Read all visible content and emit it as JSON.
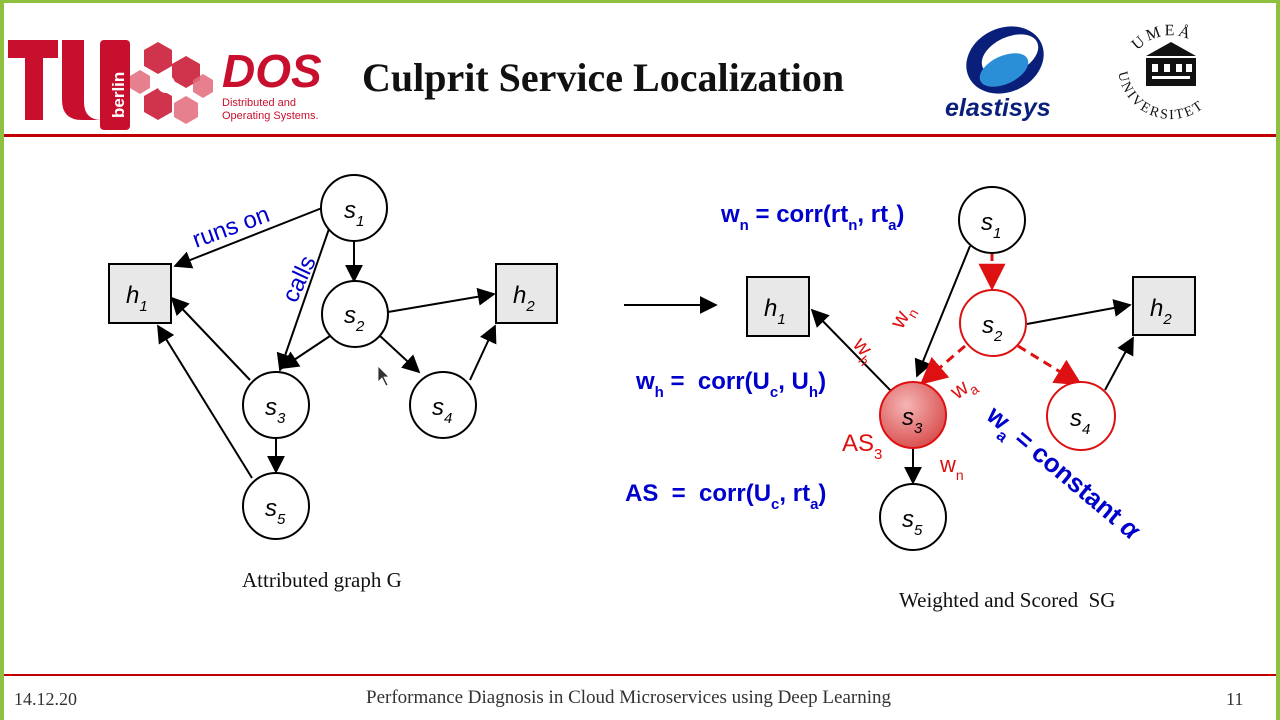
{
  "header": {
    "title": "Culprit Service Localization",
    "logos": {
      "tu_berlin": "berlin",
      "dos_title": "DOS",
      "dos_line1": "Distributed and",
      "dos_line2": "Operating Systems.",
      "elastisys": "elastisys",
      "umea_top": "UMEÅ",
      "umea_side": "UNIVERSITET"
    }
  },
  "colors": {
    "accent": "#c00000",
    "frame": "#8fbf3f",
    "formula_blue": "#0000cc",
    "weight_red": "#dd1111",
    "culprit_fill": "#e06b6b"
  },
  "left_graph": {
    "caption": "Attributed graph G",
    "edge_labels": {
      "runs_on": "runs on",
      "calls": "calls"
    },
    "nodes": {
      "s1": {
        "main": "s",
        "sub": "1"
      },
      "s2": {
        "main": "s",
        "sub": "2"
      },
      "s3": {
        "main": "s",
        "sub": "3"
      },
      "s4": {
        "main": "s",
        "sub": "4"
      },
      "s5": {
        "main": "s",
        "sub": "5"
      },
      "h1": {
        "main": "h",
        "sub": "1"
      },
      "h2": {
        "main": "h",
        "sub": "2"
      }
    }
  },
  "right_graph": {
    "caption": "Weighted and Scored  SG",
    "nodes": {
      "s1": {
        "main": "s",
        "sub": "1"
      },
      "s2": {
        "main": "s",
        "sub": "2"
      },
      "s3": {
        "main": "s",
        "sub": "3"
      },
      "s4": {
        "main": "s",
        "sub": "4"
      },
      "s5": {
        "main": "s",
        "sub": "5"
      },
      "h1": {
        "main": "h",
        "sub": "1"
      },
      "h2": {
        "main": "h",
        "sub": "2"
      }
    },
    "weight_labels": {
      "w": "w",
      "n": "n",
      "h": "h",
      "a": "a"
    },
    "score_label": {
      "main": "AS",
      "sub": "3"
    },
    "formulas": {
      "wn": {
        "lhs": "w",
        "lhs_sub": "n",
        "eq": " = corr(rt",
        "s1": "n",
        "mid": ", rt",
        "s2": "a",
        "end": ")"
      },
      "wh": {
        "lhs": "w",
        "lhs_sub": "h",
        "eq": " =  corr(U",
        "s1": "c",
        "mid": ", U",
        "s2": "h",
        "end": ")"
      },
      "as": {
        "lhs": "AS",
        "eq": "  =  corr(U",
        "s1": "c",
        "mid": ", rt",
        "s2": "a",
        "end": ")"
      },
      "wa": {
        "lhs": "w",
        "lhs_sub": "a",
        "rest": " = constant ",
        "alpha": "α"
      }
    }
  },
  "footer": {
    "date": "14.12.20",
    "center": "Performance Diagnosis in Cloud Microservices using Deep Learning",
    "page": "11"
  }
}
